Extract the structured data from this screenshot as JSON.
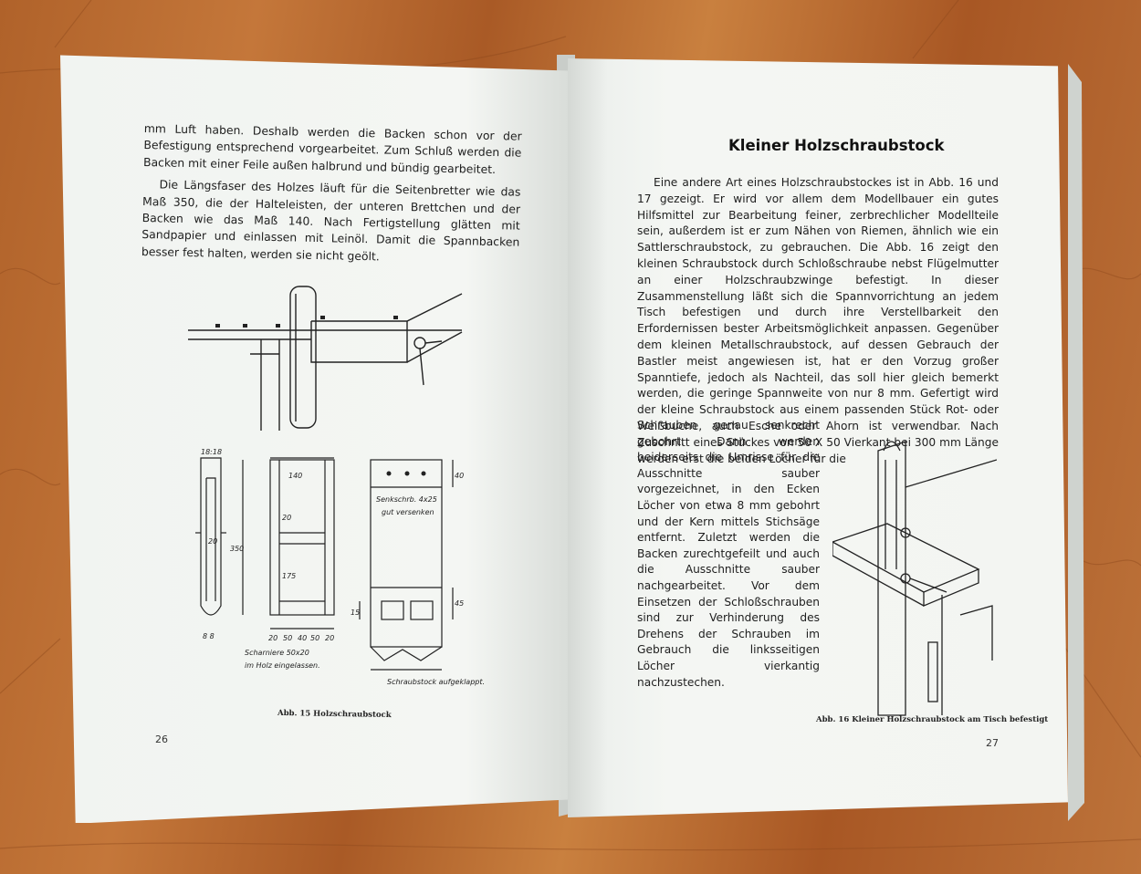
{
  "left_page": {
    "paragraphs": [
      "mm Luft haben. Deshalb werden die Backen schon vor der Befestigung entsprechend vorgearbeitet. Zum Schluß werden die Backen mit einer Feile außen halbrund und bündig gearbeitet.",
      "Die Längsfaser des Holzes läuft für die Seitenbretter wie das Maß 350, die der Halteleisten, der unteren Brettchen und der Backen wie das Maß 140. Nach Fertigstellung glätten mit Sandpapier und einlassen mit Leinöl. Damit die Spannbacken besser fest halten, werden sie nicht geölt."
    ],
    "drawing_labels": {
      "dim_18_18": "18:18",
      "dim_140": "140",
      "dim_40": "40",
      "dim_20_top": "20",
      "dim_20_side": "20",
      "dim_350": "350",
      "dim_175": "175",
      "dim_15": "15",
      "dim_45": "45",
      "dim_bottom": [
        "20",
        "50",
        "40",
        "50",
        "20"
      ],
      "dim_8_8": "8 8",
      "note_screw": "Senkschrb. 4x25",
      "note_sink": "gut versenken",
      "note_hinge": "Scharniere 50x20",
      "note_wood": "im Holz eingelassen.",
      "note_folded": "Schraubstock aufgeklappt."
    },
    "caption": "Abb. 15  Holzschraubstock",
    "page_number": "26"
  },
  "right_page": {
    "title": "Kleiner Holzschraubstock",
    "paragraph": "Eine andere Art eines Holzschraubstockes ist in Abb. 16 und 17 gezeigt. Er wird vor allem dem Modellbauer ein gutes Hilfsmittel zur Bearbeitung feiner, zerbrechlicher Modellteile sein, außerdem ist er zum Nähen von Riemen, ähnlich wie ein Sattlerschraubstock, zu gebrauchen. Die Abb. 16 zeigt den kleinen Schraubstock durch Schloßschraube nebst Flügelmutter an einer Holzschraubzwinge befestigt. In dieser Zusammenstellung läßt sich die Spannvorrichtung an jedem Tisch befestigen und durch ihre Verstellbarkeit den Erfordernissen bester Arbeitsmöglichkeit anpassen. Gegenüber dem kleinen Metallschraubstock, auf dessen Gebrauch der Bastler meist angewiesen ist, hat er den Vorzug großer Spanntiefe, jedoch als Nachteil, das soll hier gleich bemerkt werden, die geringe Spannweite von nur 8 mm. Gefertigt wird der kleine Schraubstock aus einem passenden Stück Rot- oder Weißbuche, auch Esche oder Ahorn ist verwendbar. Nach Zuschnitt eines Stückes von 50 X 50 Vierkant bei 300 mm Länge werden erst die beiden Löcher für die",
    "paragraph_narrow": "Schrauben genau senkrecht gebohrt. Dann werden beiderseits die Umrisse für die Ausschnitte sauber vorgezeichnet, in den Ecken Löcher von etwa 8 mm gebohrt und der Kern mittels Stichsäge entfernt. Zuletzt werden die Backen zurechtgefeilt und auch die Ausschnitte sauber nachgearbeitet. Vor dem Einsetzen der Schloßschrauben sind zur Verhinderung des Drehens der Schrauben im Gebrauch die linksseitigen Löcher vierkantig nachzustechen.",
    "caption": "Abb. 16  Kleiner Holzschraubstock am Tisch befestigt",
    "page_number": "27"
  }
}
